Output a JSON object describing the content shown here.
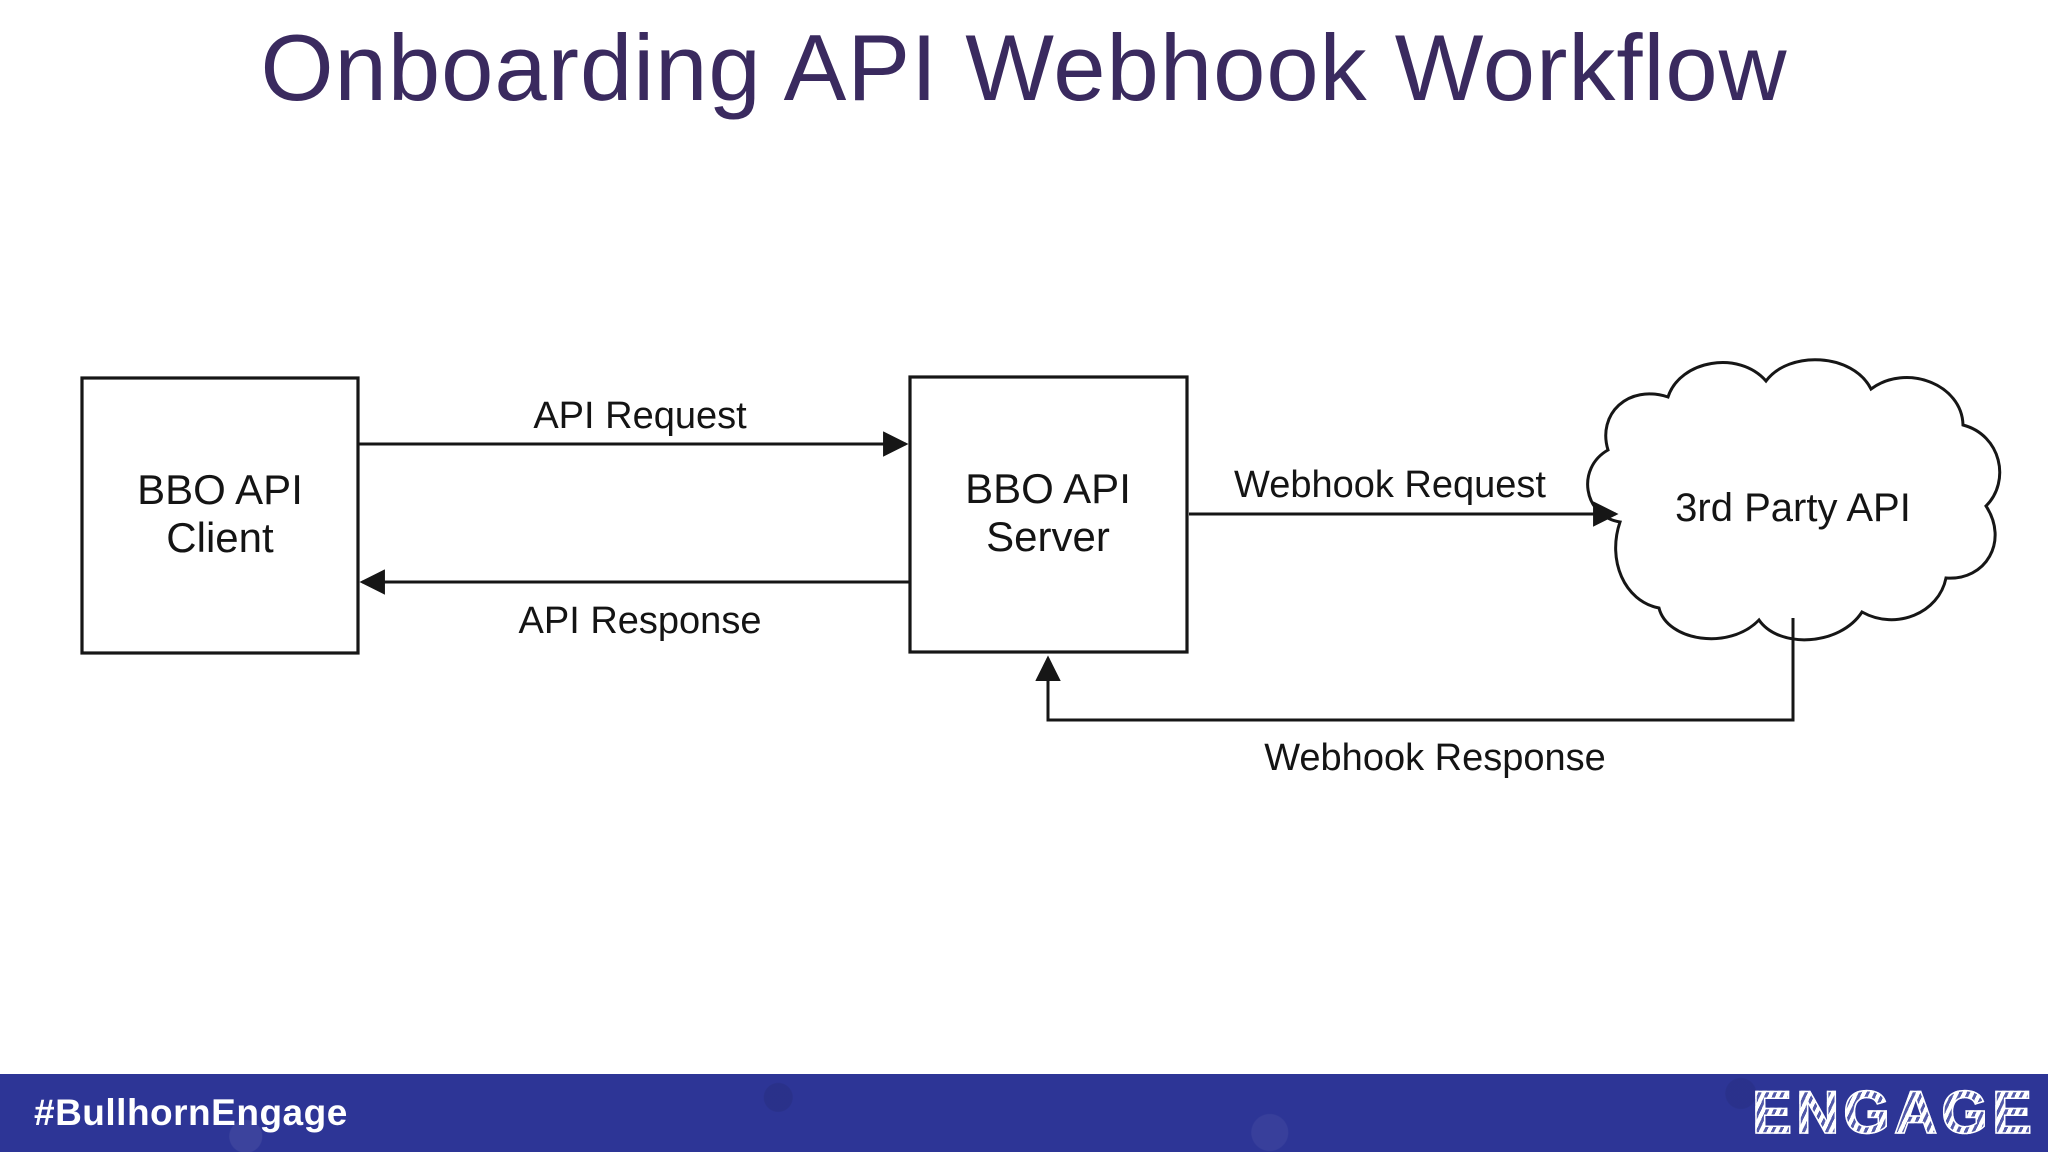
{
  "title": "Onboarding API Webhook Workflow",
  "diagram": {
    "nodes": {
      "client": {
        "line1": "BBO API",
        "line2": "Client",
        "shape": "rectangle"
      },
      "server": {
        "line1": "BBO API",
        "line2": "Server",
        "shape": "rectangle"
      },
      "third_party": {
        "label": "3rd Party API",
        "shape": "cloud"
      }
    },
    "edges": {
      "api_request": {
        "label": "API Request",
        "from": "client",
        "to": "server"
      },
      "api_response": {
        "label": "API Response",
        "from": "server",
        "to": "client"
      },
      "webhook_request": {
        "label": "Webhook Request",
        "from": "server",
        "to": "third_party"
      },
      "webhook_response": {
        "label": "Webhook Response",
        "from": "third_party",
        "to": "server"
      }
    }
  },
  "footer": {
    "hashtag": "#BullhornEngage",
    "brand": "ENGAGE"
  },
  "colors": {
    "title_text": "#3a2a5f",
    "diagram_ink": "#161616",
    "footer_bar": "#2d3596",
    "footer_text": "#ffffff",
    "background": "#ffffff"
  }
}
